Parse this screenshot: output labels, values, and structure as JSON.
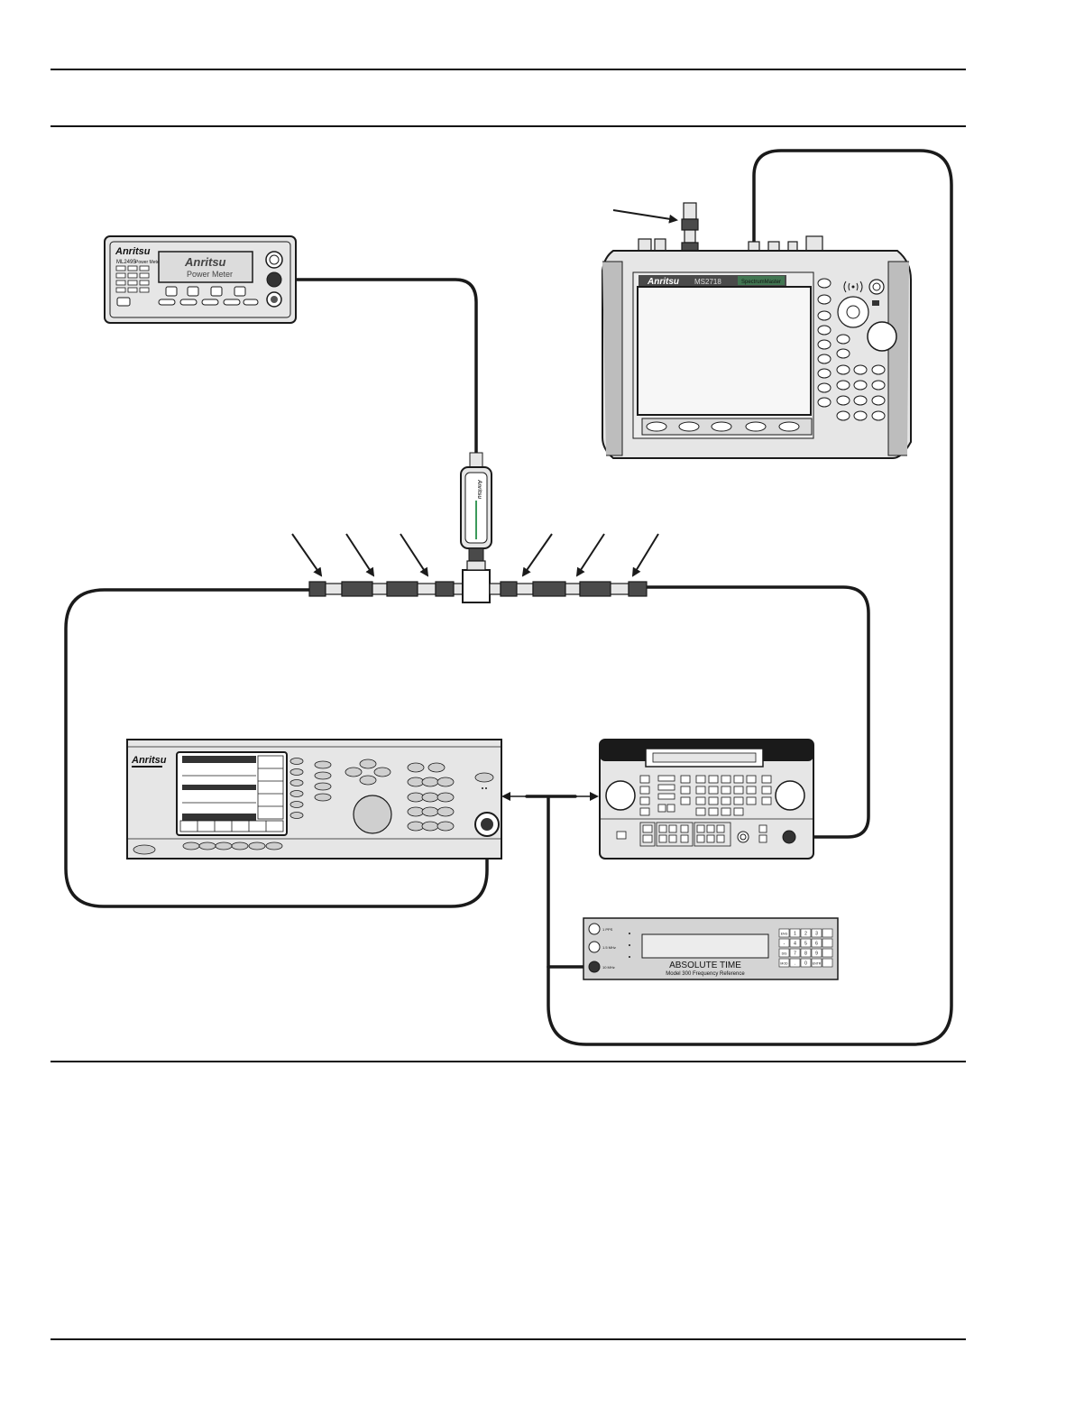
{
  "power_meter": {
    "brand": "Anritsu",
    "model": "ML2495",
    "model_suffix": "Power Meter",
    "display_line1": "Anritsu",
    "display_line2": "Power Meter"
  },
  "spectrum_master": {
    "brand": "Anritsu",
    "model": "MS2718",
    "badge": "SpectrumMaster"
  },
  "power_sensor": {
    "label": "Anritsu"
  },
  "signal_generator": {
    "brand": "Anritsu"
  },
  "frequency_reference": {
    "port_1": "1 PPS",
    "port_2": "1.5 MHz",
    "port_3": "10 MHz",
    "title": "ABSOLUTE TIME",
    "subtitle": "Model 300 Frequency Reference",
    "keypad": [
      "ENG",
      "1",
      "2",
      "3",
      "",
      "-",
      "4",
      "5",
      "6",
      "",
      "DIS",
      "7",
      "8",
      "9",
      "",
      "MOD",
      ".",
      "0",
      "ENTR",
      ""
    ]
  },
  "colors": {
    "line": "#1a1a1a",
    "device_fill": "#e6e6e6",
    "device_dark": "#4a4a4a",
    "screen_fill": "#f2f2f2",
    "sensor_green": "#3c9a5a",
    "ref_panel": "#d4d4d4"
  }
}
